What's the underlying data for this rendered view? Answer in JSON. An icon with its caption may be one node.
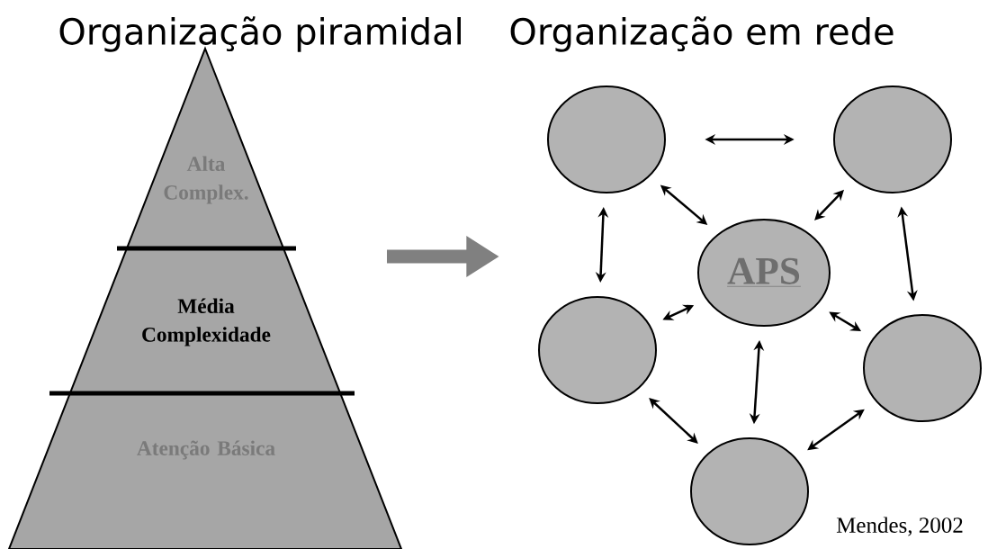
{
  "diagram": {
    "nodes": [
      {
        "text": [],
        "shape": "triangle"
      },
      {
        "text": [
          "Alta Complex."
        ],
        "in": 0
      },
      {
        "text": [
          "Média Complexidade"
        ],
        "in": 0
      },
      {
        "text": [
          "Atenção Básica"
        ],
        "in": 0
      },
      {
        "text": [],
        "shape": "circle"
      },
      {
        "text": [],
        "shape": "circle"
      },
      {
        "text": [
          "APS"
        ]
      },
      {
        "text": [],
        "shape": "circle"
      },
      {
        "text": [],
        "shape": "circle"
      },
      {
        "text": [],
        "shape": "circle"
      }
    ],
    "edges": [
      {
        "from": 4,
        "to": 5,
        "arrow": "both"
      },
      {
        "from": 4,
        "to": 6,
        "arrow": "both"
      },
      {
        "from": 5,
        "to": 6,
        "arrow": "both"
      },
      {
        "from": 4,
        "to": 7,
        "arrow": "both"
      },
      {
        "from": 5,
        "to": 8,
        "arrow": "both"
      },
      {
        "from": 6,
        "to": 7,
        "arrow": "both"
      },
      {
        "from": 6,
        "to": 8,
        "arrow": "both"
      },
      {
        "from": 6,
        "to": 9,
        "arrow": "both"
      },
      {
        "from": 7,
        "to": 9,
        "arrow": "both"
      },
      {
        "from": 8,
        "to": 9,
        "arrow": "both"
      }
    ],
    "labels": [
      "Organização piramidal",
      "Organização em rede",
      "Mendes, 2002"
    ]
  }
}
